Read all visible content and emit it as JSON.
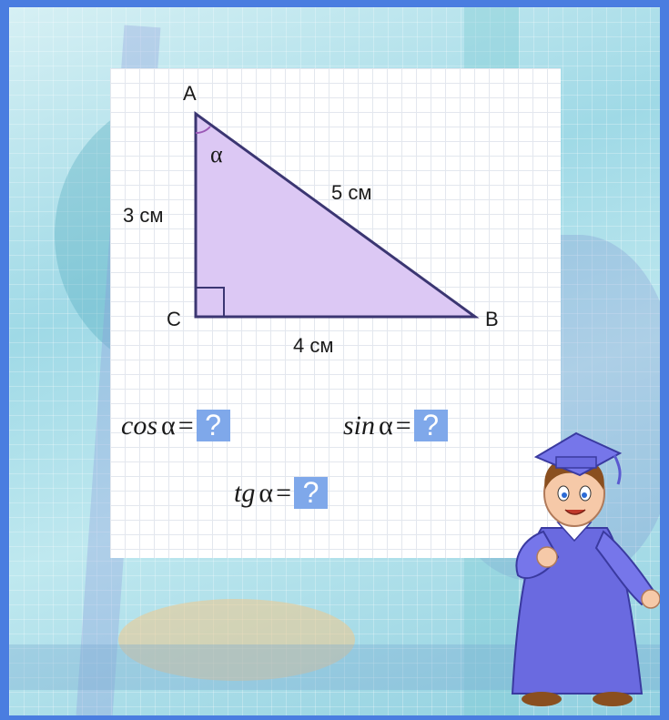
{
  "triangle": {
    "vertices": {
      "a": "A",
      "b": "B",
      "c": "C"
    },
    "angle": "α",
    "sides": {
      "ac": "3 см",
      "cb": "4 см",
      "ab": "5 см"
    },
    "fill_color": "#dcc8f4",
    "stroke_color": "#3b3672"
  },
  "formulas": [
    {
      "func": "cos",
      "alpha": "α",
      "eq": "=",
      "answer": "?"
    },
    {
      "func": "sin",
      "alpha": "α",
      "eq": "=",
      "answer": "?"
    },
    {
      "func": "tg",
      "alpha": "α",
      "eq": "=",
      "answer": "?"
    }
  ],
  "colors": {
    "answer_box": "#7fa8ea",
    "outer_border": "#4a7de0",
    "character_robe": "#6a6ae0"
  },
  "illustration": {
    "character": "student-in-graduation-cap"
  }
}
